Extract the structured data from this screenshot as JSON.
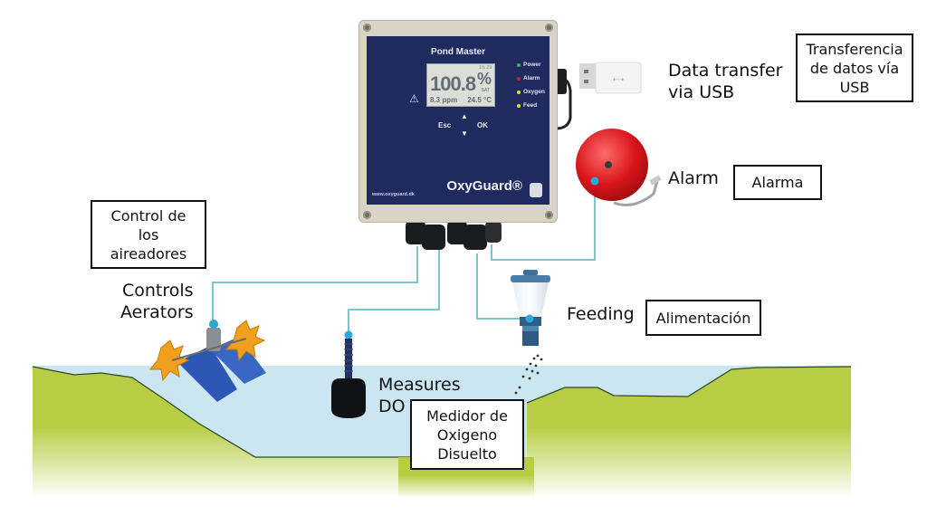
{
  "device": {
    "title": "Pond Master",
    "display": {
      "main_value": "100.8",
      "unit": "%",
      "unit_sub": "SAT",
      "ppm": "8.3 ppm",
      "temperature": "24.5 °C",
      "corner_indicator": "1% 29"
    },
    "leds": [
      {
        "label": "Power",
        "color": "#3fae5a"
      },
      {
        "label": "Alarm",
        "color": "#c0263a"
      },
      {
        "label": "Oxygen",
        "color": "#e3e23a"
      },
      {
        "label": "Feed",
        "color": "#e3e23a"
      }
    ],
    "buttons": {
      "esc": "Esc",
      "ok": "OK",
      "up": "▲",
      "down": "▼"
    },
    "brand": "OxyGuard®",
    "url": "www.oxyguard.dk"
  },
  "labels": {
    "usb_en": [
      "Data transfer",
      "via USB"
    ],
    "usb_es": [
      "Transferencia",
      "de datos vía",
      "USB"
    ],
    "alarm_en": "Alarm",
    "alarm_es": "Alarma",
    "aerators_en": [
      "Controls",
      "Aerators"
    ],
    "aerators_es": [
      "Control de",
      "los",
      "aireadores"
    ],
    "feeding_en": "Feeding",
    "feeding_es": "Alimentación",
    "do_en": [
      "Measures",
      "DO"
    ],
    "do_es": [
      "Medidor de",
      "Oxigeno",
      "Disuelto"
    ]
  },
  "colors": {
    "cable": "#7fc4d0",
    "connector_dot": "#2aa8d8",
    "water": "#cbe6f0",
    "ground": "#b6cd44",
    "panel": "#1f2a5e"
  }
}
